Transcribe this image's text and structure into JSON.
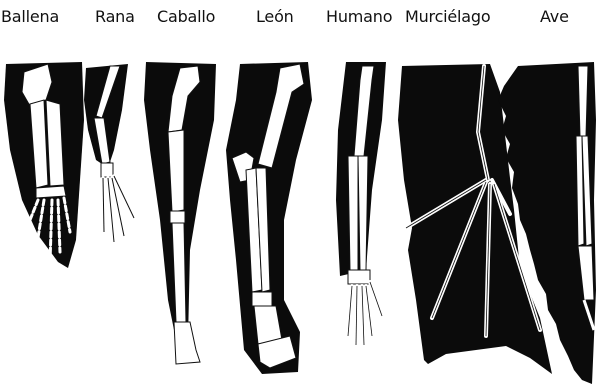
{
  "labels": {
    "ballena": "Ballena",
    "rana": "Rana",
    "caballo": "Caballo",
    "leon": "León",
    "humano": "Humano",
    "murcielago": "Murciélago",
    "ave": "Ave"
  },
  "colors": {
    "silhouette": "#0b0b0b",
    "bone": "#ffffff",
    "outline": "#111111"
  }
}
